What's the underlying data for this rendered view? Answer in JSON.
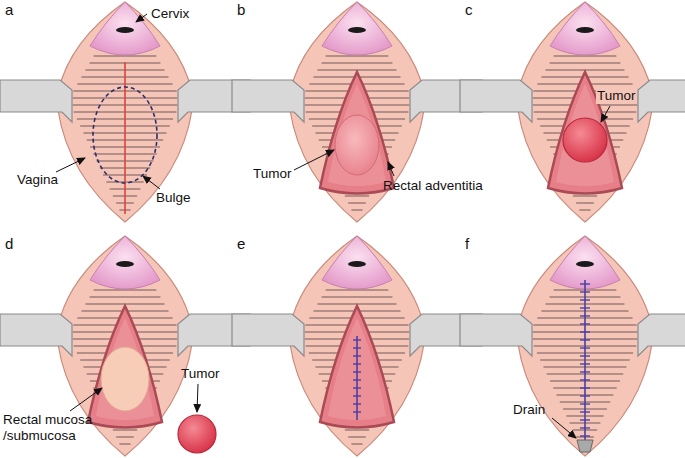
{
  "diagram": {
    "labels": [
      "a",
      "Cervix",
      "Vagina",
      "Bulge",
      "b",
      "Tumor",
      "Rectal adventitia",
      "c",
      "Tumor",
      "d",
      "Rectal mucosa /submucosa",
      "Tumor",
      "e",
      "f",
      "Drain"
    ]
  }
}
